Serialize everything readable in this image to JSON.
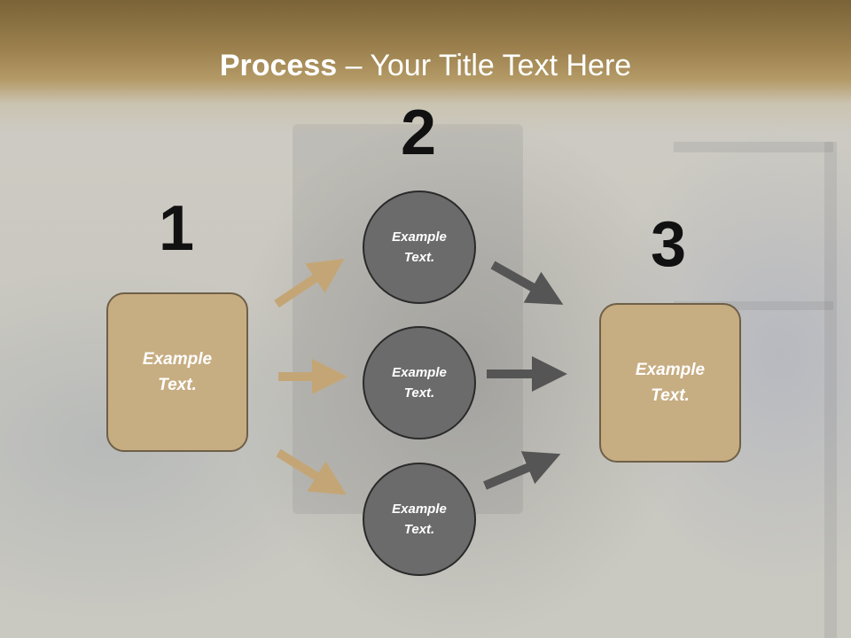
{
  "slide": {
    "title_bold": "Process",
    "title_rest": " – Your Title Text Here"
  },
  "steps": [
    {
      "number": "1",
      "label": "Example\nText."
    },
    {
      "number": "2",
      "label": "Example\nText."
    },
    {
      "number": "3",
      "label": "Example\nText."
    }
  ],
  "circles": [
    {
      "label": "Example\nText."
    },
    {
      "label": "Example\nText."
    },
    {
      "label": "Example\nText."
    }
  ],
  "colors": {
    "box_fill": "#c7ad82",
    "circle_fill": "#6b6b6b",
    "tan_arrow": "#c4a676",
    "dark_arrow": "#555555",
    "header": "#9a7f4c"
  }
}
